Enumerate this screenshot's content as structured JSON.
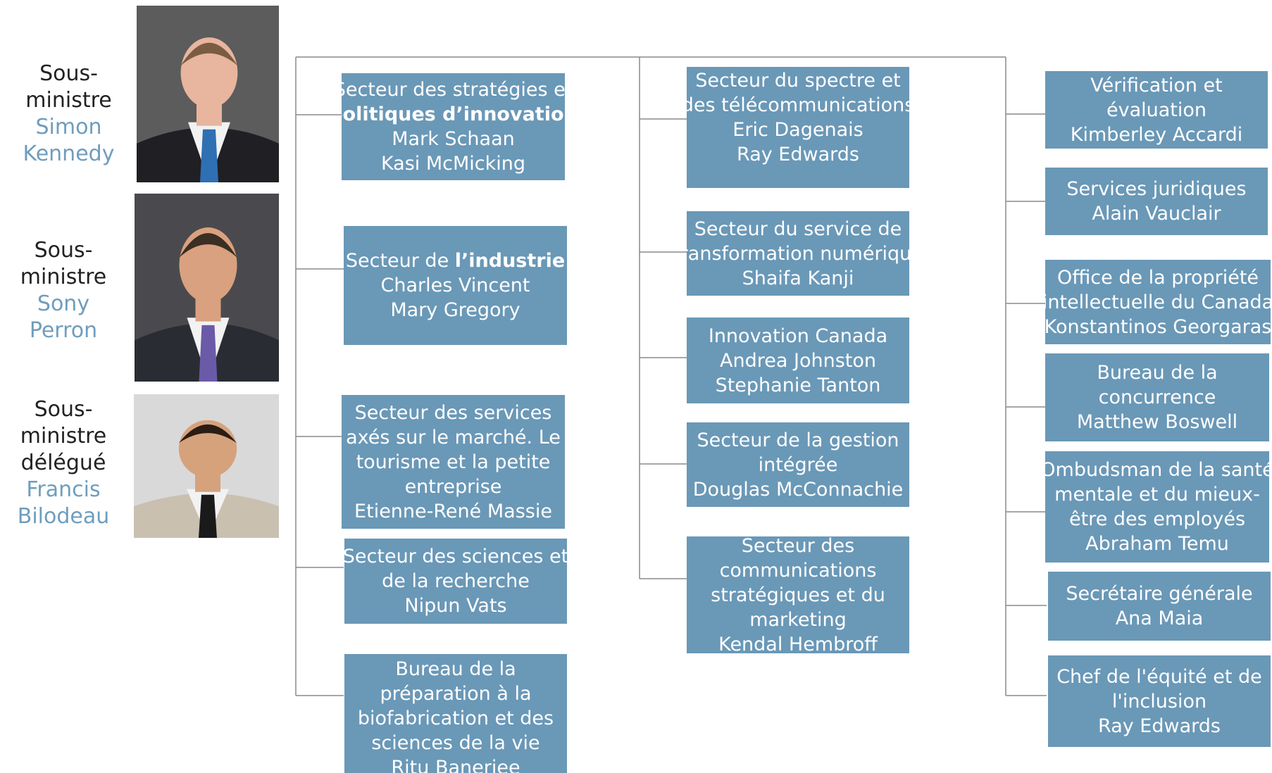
{
  "executives": [
    {
      "title": [
        "Sous-",
        "ministre"
      ],
      "name": [
        "Simon",
        "Kennedy"
      ],
      "photo_colors": {
        "bg": "#5c5c5c",
        "suit": "#1f1f24",
        "tie": "#2f6fb3",
        "skin": "#e8b59e",
        "hair": "#7a5c43"
      }
    },
    {
      "title": [
        "Sous-",
        "ministre"
      ],
      "name": [
        "Sony Perron"
      ],
      "photo_colors": {
        "bg": "#4a4a4e",
        "suit": "#2a2c33",
        "tie": "#6b5aa8",
        "skin": "#d9a17f",
        "hair": "#3b2e24"
      }
    },
    {
      "title": [
        "Sous-",
        "ministre",
        "délégué"
      ],
      "name": [
        "Francis",
        "Bilodeau"
      ],
      "photo_colors": {
        "bg": "#d9d9da",
        "suit": "#c9c0b0",
        "tie": "#1a1a1a",
        "skin": "#d6a27c",
        "hair": "#2a1d14"
      }
    }
  ],
  "columns": {
    "left": [
      {
        "lines": [
          "Secteur des stratégies et",
          "**politiques d’innovation**",
          "Mark Schaan",
          "Kasi McMicking"
        ]
      },
      {
        "lines": [
          "Secteur de **l’industrie**",
          "Charles Vincent",
          "Mary Gregory"
        ]
      },
      {
        "lines": [
          "Secteur des services",
          "axés sur le marché. Le",
          "tourisme et la petite",
          "entreprise",
          "Etienne-René Massie"
        ]
      },
      {
        "lines": [
          "Secteur des sciences et",
          "de la recherche",
          "Nipun Vats"
        ]
      },
      {
        "lines": [
          "Bureau de la",
          "préparation à la",
          "biofabrication et des",
          "sciences de la vie",
          "Ritu Banerjee"
        ]
      }
    ],
    "middle": [
      {
        "lines": [
          "Secteur du spectre et",
          "des télécommunications",
          "Eric Dagenais",
          "Ray Edwards"
        ]
      },
      {
        "lines": [
          "Secteur du service de",
          "transformation numérique",
          "Shaifa Kanji"
        ]
      },
      {
        "lines": [
          "Innovation Canada",
          "Andrea Johnston",
          "Stephanie Tanton"
        ]
      },
      {
        "lines": [
          "Secteur de la gestion",
          "intégrée",
          "Douglas McConnachie"
        ]
      },
      {
        "lines": [
          "Secteur des",
          "communications",
          "stratégiques et du",
          "marketing",
          "Kendal Hembroff"
        ]
      }
    ],
    "right": [
      {
        "lines": [
          "Vérification et",
          "évaluation",
          "Kimberley Accardi"
        ]
      },
      {
        "lines": [
          "Services juridiques",
          "Alain Vauclair"
        ]
      },
      {
        "lines": [
          "Office de la propriété",
          "intellectuelle du Canada",
          "Konstantinos Georgaras"
        ]
      },
      {
        "lines": [
          "Bureau de la",
          "concurrence",
          "Matthew Boswell"
        ]
      },
      {
        "lines": [
          "Ombudsman de la santé",
          "mentale et du mieux-",
          "être des employés",
          "Abraham Temu"
        ]
      },
      {
        "lines": [
          "Secrétaire générale",
          "Ana Maia"
        ]
      },
      {
        "lines": [
          "Chef de l'équité et de",
          "l'inclusion",
          "Ray Edwards"
        ]
      }
    ]
  },
  "colors": {
    "box": "#6a98b7",
    "box_text": "#ffffff",
    "line": "#8a8a8a",
    "name": "#6f9dbe"
  }
}
